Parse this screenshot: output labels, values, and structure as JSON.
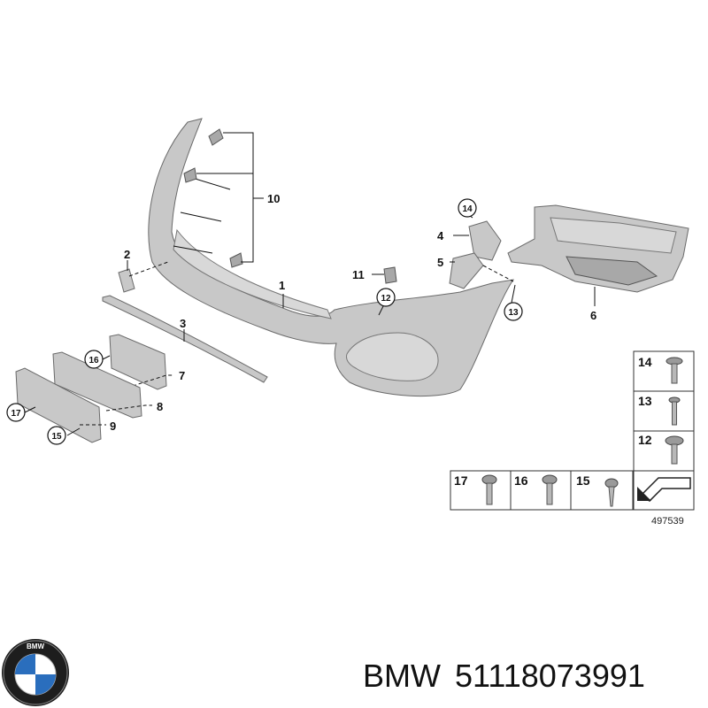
{
  "callouts": {
    "c1": "1",
    "c2": "2",
    "c3": "3",
    "c4": "4",
    "c5": "5",
    "c6": "6",
    "c7": "7",
    "c8": "8",
    "c9": "9",
    "c10": "10",
    "c11": "11",
    "c12": "12",
    "c13": "13",
    "c14": "14",
    "c15": "15",
    "c16": "16",
    "c17": "17"
  },
  "fastener_legend": {
    "vertical": [
      "14",
      "13",
      "12"
    ],
    "horizontal": [
      "17",
      "16",
      "15"
    ]
  },
  "diagram_ref": "497539",
  "logo_text": "BMW",
  "brand": "BMW",
  "part_number": "51118073991"
}
